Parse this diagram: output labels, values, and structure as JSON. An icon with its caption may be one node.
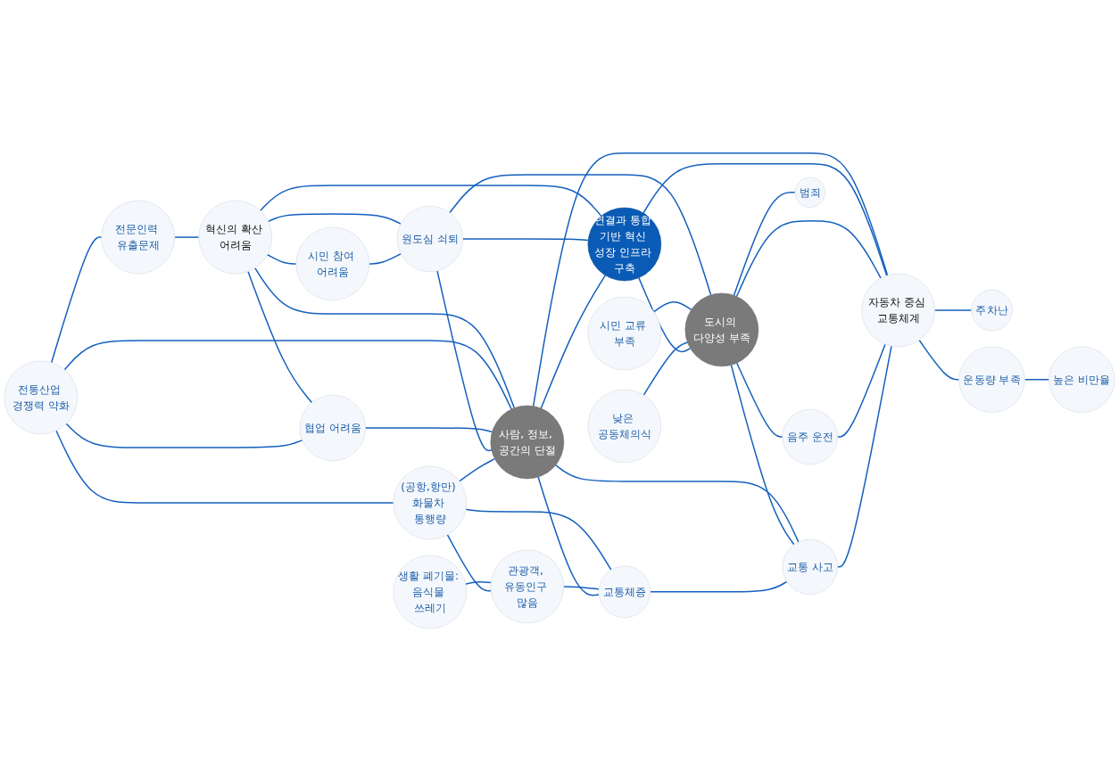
{
  "diagram": {
    "nodes": [
      {
        "text": [
          "전통산업 경쟁력 약화"
        ]
      },
      {
        "text": [
          "전문인력 유출문제"
        ]
      },
      {
        "text": [
          "혁신의 확산 어려움"
        ]
      },
      {
        "text": [
          "시민 참여 어려움"
        ]
      },
      {
        "text": [
          "시민 교류 부족"
        ]
      },
      {
        "text": [
          "협업 어려움"
        ]
      },
      {
        "text": [
          "원도심 쇠퇴"
        ]
      },
      {
        "text": [
          "낮은 공동체의식"
        ]
      },
      {
        "text": [
          "생활 폐기물: 음식물 쓰레기"
        ]
      },
      {
        "text": [
          "(공항,항만) 화물차 통행량"
        ]
      },
      {
        "text": [
          "사람, 정보, 공간의 단절"
        ]
      },
      {
        "text": [
          "연결과 통합 기반 혁신 성장 인프라 구축"
        ]
      },
      {
        "text": [
          "도시의 다양성 부족"
        ]
      },
      {
        "text": [
          "범죄"
        ]
      },
      {
        "text": [
          "음주 운전"
        ]
      },
      {
        "text": [
          "관광객, 유동인구 많음"
        ]
      },
      {
        "text": [
          "교통체증"
        ]
      },
      {
        "text": [
          "교통 사고"
        ]
      },
      {
        "text": [
          "자동차 중심 교통체계"
        ]
      },
      {
        "text": [
          "운동량 부족"
        ]
      },
      {
        "text": [
          "높은 비만율"
        ]
      },
      {
        "text": [
          "주차난"
        ]
      }
    ],
    "edges": [
      {
        "from": 0,
        "to": 1,
        "arrow": "none"
      },
      {
        "from": 1,
        "to": 2,
        "arrow": "none"
      },
      {
        "from": 2,
        "to": 3,
        "arrow": "none"
      },
      {
        "from": 2,
        "to": 5,
        "arrow": "none"
      },
      {
        "from": 0,
        "to": 5,
        "arrow": "none"
      },
      {
        "from": 2,
        "to": 6,
        "arrow": "none"
      },
      {
        "from": 3,
        "to": 6,
        "arrow": "none"
      },
      {
        "from": 2,
        "to": 10,
        "arrow": "none"
      },
      {
        "from": 2,
        "to": 11,
        "arrow": "none"
      },
      {
        "from": 0,
        "to": 9,
        "arrow": "none"
      },
      {
        "from": 0,
        "to": 10,
        "arrow": "none"
      },
      {
        "from": 5,
        "to": 10,
        "arrow": "none"
      },
      {
        "from": 6,
        "to": 10,
        "arrow": "none"
      },
      {
        "from": 6,
        "to": 11,
        "arrow": "none"
      },
      {
        "from": 6,
        "to": 12,
        "arrow": "none"
      },
      {
        "from": 4,
        "to": 12,
        "arrow": "none"
      },
      {
        "from": 7,
        "to": 12,
        "arrow": "none"
      },
      {
        "from": 8,
        "to": 15,
        "arrow": "none"
      },
      {
        "from": 9,
        "to": 10,
        "arrow": "none"
      },
      {
        "from": 9,
        "to": 15,
        "arrow": "none"
      },
      {
        "from": 9,
        "to": 16,
        "arrow": "none"
      },
      {
        "from": 10,
        "to": 11,
        "arrow": "none"
      },
      {
        "from": 11,
        "to": 12,
        "arrow": "none"
      },
      {
        "from": 12,
        "to": 13,
        "arrow": "none"
      },
      {
        "from": 12,
        "to": 14,
        "arrow": "none"
      },
      {
        "from": 15,
        "to": 16,
        "arrow": "none"
      },
      {
        "from": 10,
        "to": 16,
        "arrow": "none"
      },
      {
        "from": 10,
        "to": 17,
        "arrow": "none"
      },
      {
        "from": 10,
        "to": 18,
        "arrow": "none"
      },
      {
        "from": 11,
        "to": 18,
        "arrow": "none"
      },
      {
        "from": 12,
        "to": 17,
        "arrow": "none"
      },
      {
        "from": 12,
        "to": 18,
        "arrow": "none"
      },
      {
        "from": 14,
        "to": 18,
        "arrow": "none"
      },
      {
        "from": 16,
        "to": 17,
        "arrow": "none"
      },
      {
        "from": 17,
        "to": 18,
        "arrow": "none"
      },
      {
        "from": 18,
        "to": 19,
        "arrow": "none"
      },
      {
        "from": 19,
        "to": 20,
        "arrow": "none"
      },
      {
        "from": 18,
        "to": 21,
        "arrow": "none"
      }
    ]
  }
}
